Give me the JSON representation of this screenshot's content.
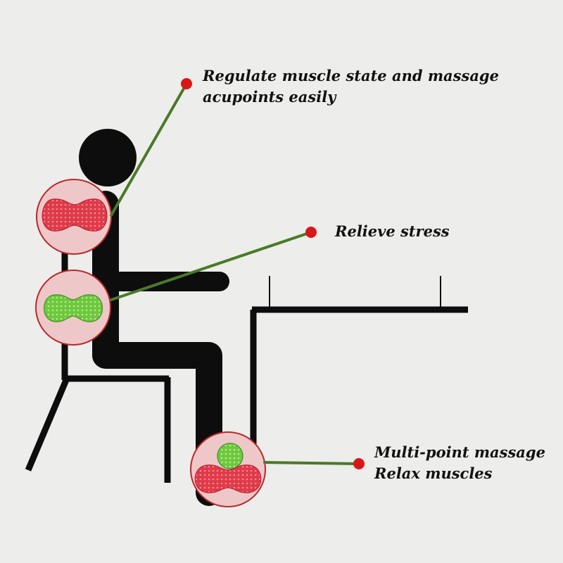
{
  "callouts": {
    "top": {
      "line1": "Regulate muscle state and massage",
      "line2": "acupoints easily"
    },
    "middle": {
      "line1": "Relieve stress"
    },
    "bottom": {
      "line1": "Multi-point massage",
      "line2": "Relax muscles"
    }
  },
  "colors": {
    "background": "#ededeb",
    "figure": "#0d0d0d",
    "leader_line": "#4a7a28",
    "leader_dot": "#d81818",
    "zoom_circle_border": "#b8282c",
    "zoom_circle_fill": "#eec8c8",
    "red_ball": "#e03a48",
    "green_ball": "#6ec83e"
  },
  "icons": {
    "upper_back_ball": "red-peanut-massage-ball",
    "lower_back_ball": "green-peanut-massage-ball",
    "foot_balls": [
      "green-spiky-massage-ball",
      "red-peanut-massage-ball"
    ]
  }
}
